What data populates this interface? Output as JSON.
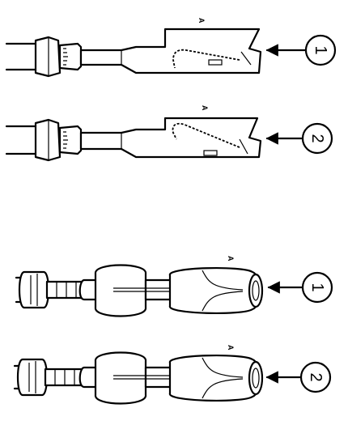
{
  "figures": [
    {
      "id": "flat-1",
      "callout": "1",
      "mark": "A"
    },
    {
      "id": "flat-2",
      "callout": "2",
      "mark": "A"
    },
    {
      "id": "round-1",
      "callout": "1",
      "mark": "A"
    },
    {
      "id": "round-2",
      "callout": "2",
      "mark": "A"
    }
  ]
}
